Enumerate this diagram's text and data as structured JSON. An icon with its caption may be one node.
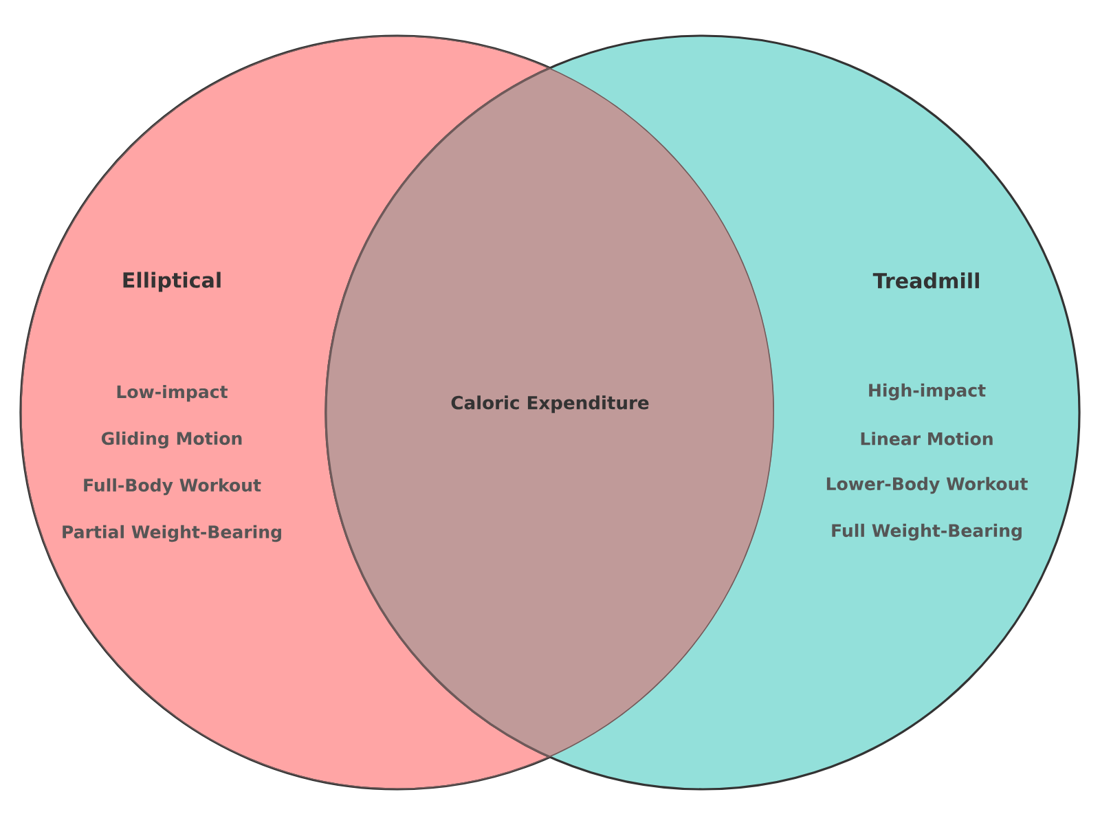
{
  "diagram": {
    "nodes": [
      {
        "text": [
          "Elliptical",
          "Low-impact",
          "Gliding Motion",
          "Full-Body Workout",
          "Partial Weight-Bearing"
        ]
      },
      {
        "text": [
          "Treadmill",
          "High-impact",
          "Linear Motion",
          "Lower-Body Workout",
          "Full Weight-Bearing"
        ]
      }
    ],
    "labels": [
      "Caloric Expenditure"
    ]
  }
}
